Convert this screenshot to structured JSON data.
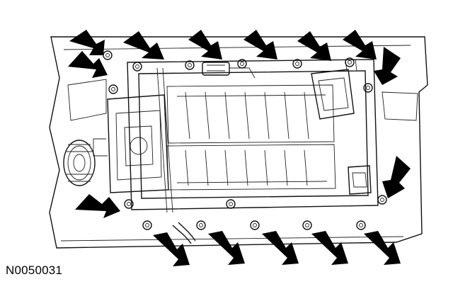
{
  "figure": {
    "reference_code": "N0050031",
    "colors": {
      "line": "#000000",
      "background": "#ffffff"
    },
    "callout_arrow_count": 15,
    "visible_bolt_count": 16
  }
}
